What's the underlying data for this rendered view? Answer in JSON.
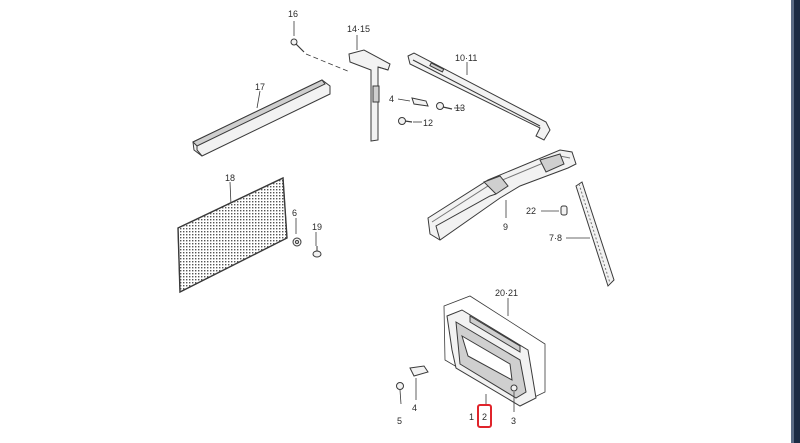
{
  "diagram": {
    "callouts": {
      "c16": "16",
      "c14_15": "14·15",
      "c10_11": "10·11",
      "c17": "17",
      "c4a": "4",
      "c13": "13",
      "c12": "12",
      "c18": "18",
      "c6a": "6",
      "c19": "19",
      "c9": "9",
      "c22": "22",
      "c7_8": "7·8",
      "c20_21": "20·21",
      "c5": "5",
      "c4b": "4",
      "c1": "1",
      "c2": "2",
      "c3": "3"
    },
    "highlighted_callout": "2",
    "colors": {
      "line": "#3a3a3a",
      "part_fill": "#f2f2f2",
      "part_shade": "#cfcfcf",
      "highlight": "#e0242b",
      "edge": "#1b2b44"
    }
  }
}
